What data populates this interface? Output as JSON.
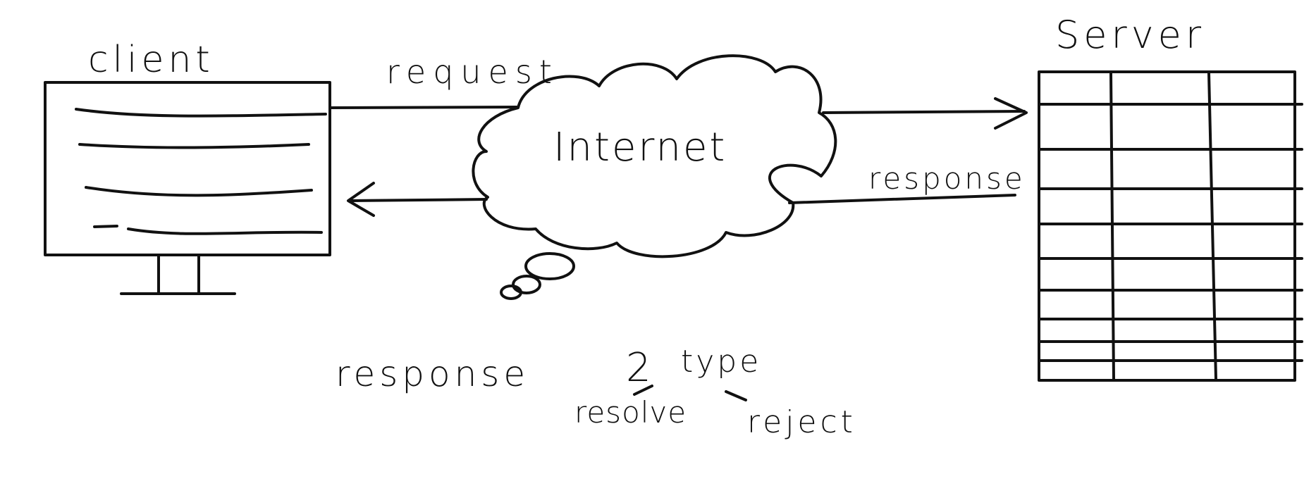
{
  "diagram": {
    "client": {
      "label": "client"
    },
    "server": {
      "label": "Server"
    },
    "internet": {
      "label": "Internet"
    },
    "request_label": "request",
    "response_label": "response",
    "note": {
      "response": "response",
      "count": "2",
      "type": "type",
      "resolve": "resolve",
      "reject": "reject"
    }
  }
}
